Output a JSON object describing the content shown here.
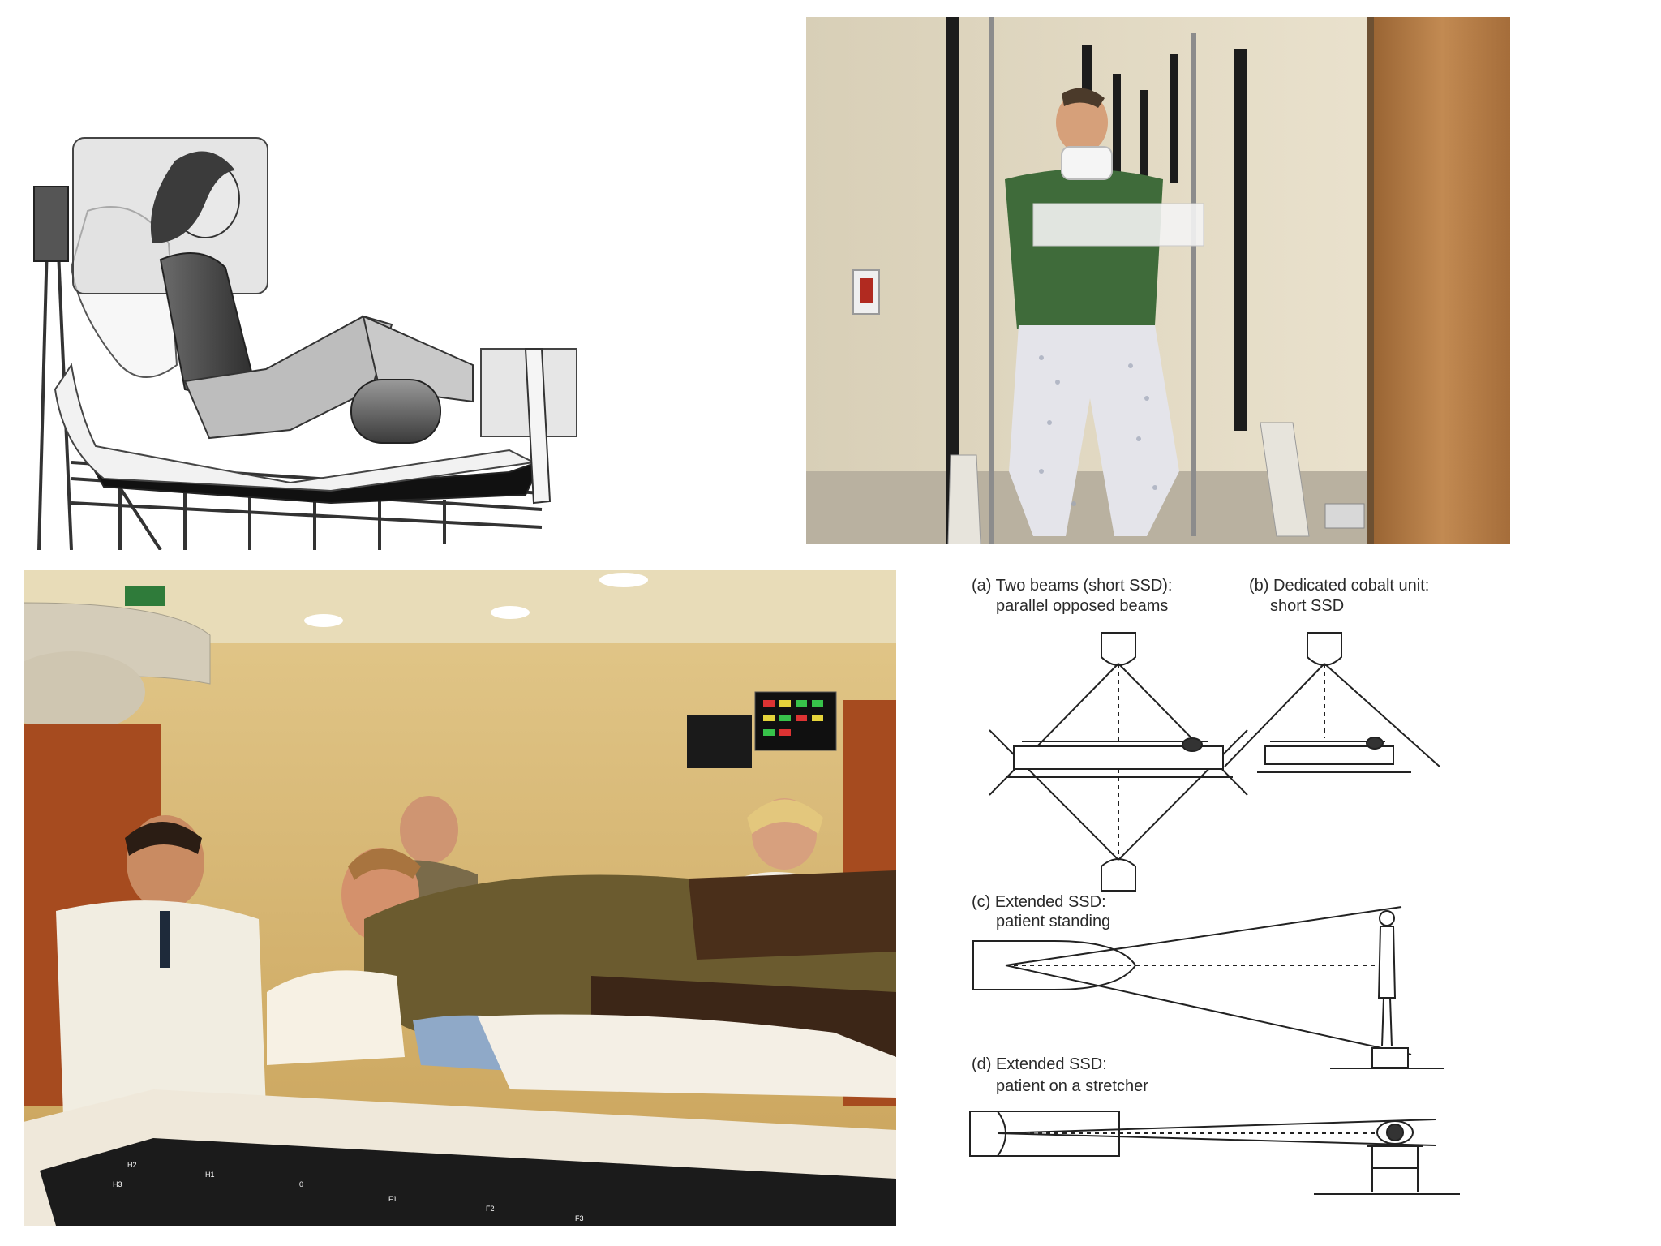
{
  "diagram": {
    "panels": [
      {
        "id": "a",
        "line1": "(a) Two beams (short SSD):",
        "line2": "parallel opposed beams"
      },
      {
        "id": "b",
        "line1": "(b) Dedicated cobalt unit:",
        "line2": "short SSD"
      },
      {
        "id": "c",
        "line1": "(c) Extended SSD:",
        "line2": "patient standing"
      },
      {
        "id": "d",
        "line1": "(d) Extended SSD:",
        "line2": "patient on a stretcher"
      }
    ]
  },
  "couch_labels": [
    "H3",
    "H2",
    "H1",
    "0",
    "F1",
    "F2",
    "F3"
  ],
  "colors": {
    "room_wall": "#c9a259",
    "cabinet_wood": "#a64b1f",
    "door_wood": "#b4783f",
    "gown_blue": "#8fa9c8",
    "shirt_green": "#3f6b3a",
    "line_art": "#222222"
  }
}
